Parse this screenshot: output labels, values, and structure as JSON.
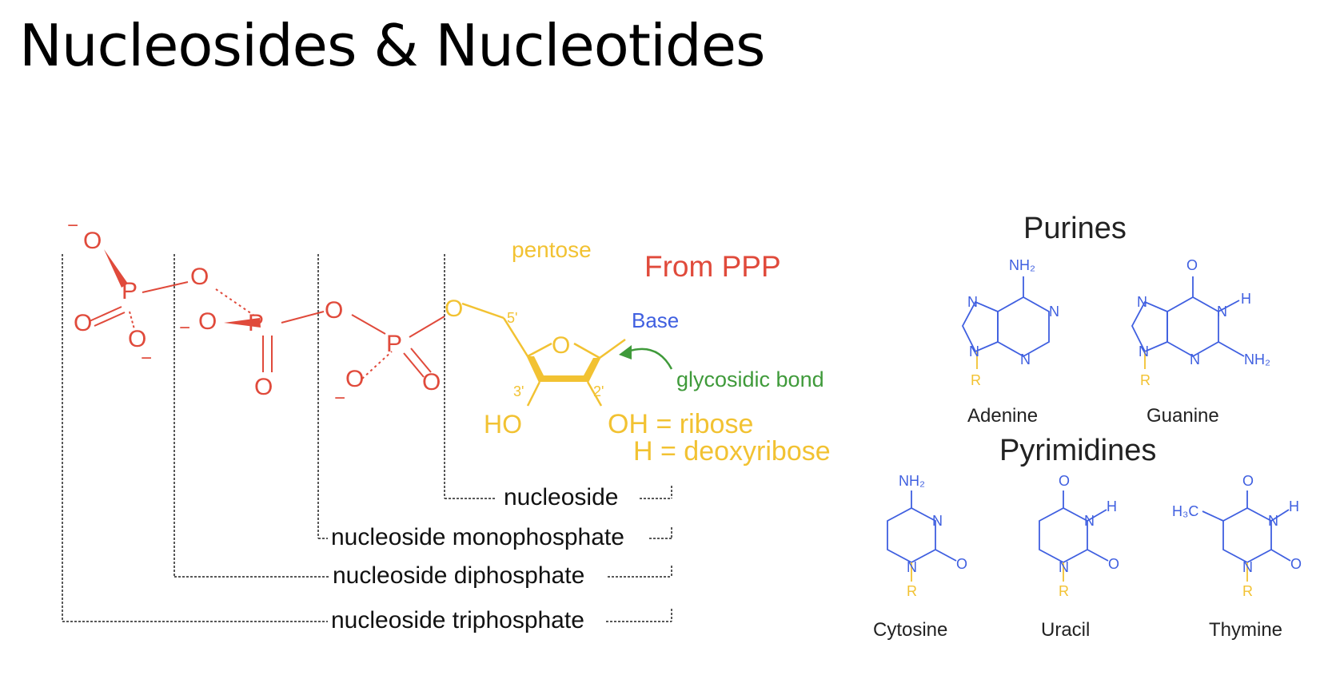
{
  "title": "Nucleosides & Nucleotides",
  "nucleotide": {
    "pentose_label": "pentose",
    "source_label": "From PPP",
    "base_label": "Base",
    "glycosidic_label": "glycosidic bond",
    "ho_label": "HO",
    "ribose_label": "OH = ribose",
    "deoxy_label": "H = deoxyribose",
    "carbons": {
      "c5": "5'",
      "c3": "3'",
      "c2": "2'"
    },
    "atoms": {
      "o": "O",
      "p": "P",
      "minus": "−"
    },
    "levels": [
      "nucleoside",
      "nucleoside monophosphate",
      "nucleoside diphosphate",
      "nucleoside triphosphate"
    ],
    "colors": {
      "phosphate": "#e04a3b",
      "sugar": "#f2c232",
      "base": "#3f5fe0",
      "bond": "#3f9a3a"
    }
  },
  "bases": {
    "purines_title": "Purines",
    "pyrimidines_title": "Pyrimidines",
    "labels": {
      "nh2": "NH₂",
      "o": "O",
      "n": "N",
      "h": "H",
      "r": "R",
      "h3c": "H₃C"
    },
    "purines": [
      "Adenine",
      "Guanine"
    ],
    "pyrimidines": [
      "Cytosine",
      "Uracil",
      "Thymine"
    ]
  }
}
